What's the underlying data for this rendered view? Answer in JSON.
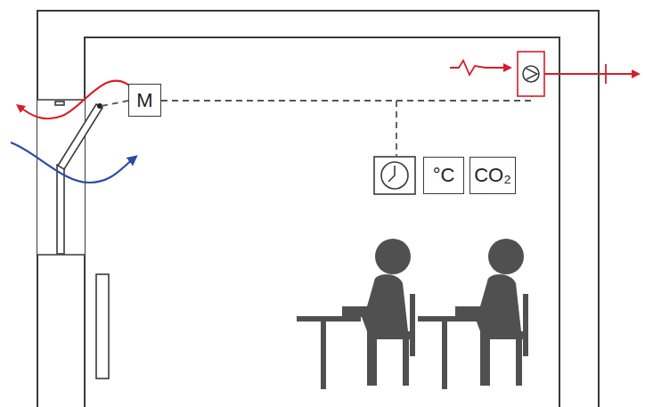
{
  "diagram": {
    "nodes": [
      {
        "text": [
          "M"
        ]
      },
      {
        "text": [
          "°C"
        ]
      },
      {
        "text": [
          "CO₂"
        ]
      }
    ]
  }
}
